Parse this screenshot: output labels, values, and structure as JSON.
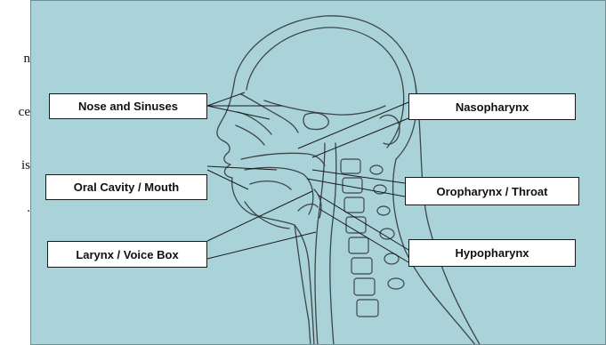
{
  "colors": {
    "background": "#a9d3d8",
    "line": "#3c4649",
    "label_border": "#1a1a1a"
  },
  "margin_fragments": [
    "n",
    "ce",
    "is",
    "."
  ],
  "labels": {
    "nose_sinuses": "Nose and Sinuses",
    "oral_cavity": "Oral Cavity / Mouth",
    "larynx": "Larynx / Voice Box",
    "nasopharynx": "Nasopharynx",
    "oropharynx": "Oropharynx / Throat",
    "hypopharynx": "Hypopharynx"
  }
}
